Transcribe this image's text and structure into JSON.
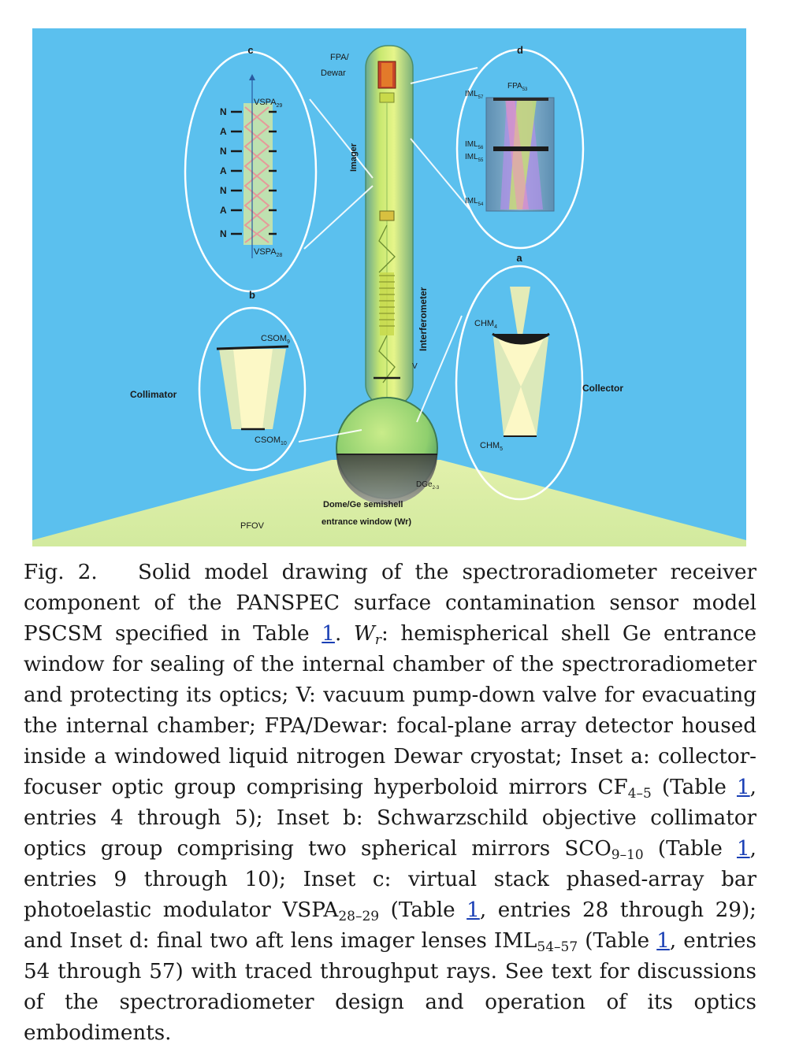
{
  "figure": {
    "background": "#5bc0ee",
    "labels": {
      "fpa_dewar_1": "FPA/",
      "fpa_dewar_2": "Dewar",
      "imager": "Imager",
      "interferometer": "Interferometer",
      "valve": "V",
      "dge": "DGe",
      "dge_sub": "2-3",
      "dome_1": "Dome/Ge semishell",
      "dome_2": "entrance window (Wr)",
      "pfov": "PFOV",
      "collimator": "Collimator",
      "collector": "Collector"
    },
    "insets": {
      "a": {
        "letter": "a",
        "top_label": "CHM",
        "top_sub": "4",
        "bottom_label": "CHM",
        "bottom_sub": "5"
      },
      "b": {
        "letter": "b",
        "top_label": "CSOM",
        "top_sub": "9",
        "bottom_label": "CSOM",
        "bottom_sub": "10"
      },
      "c": {
        "letter": "c",
        "top_label": "VSPA",
        "top_sub": "29",
        "bottom_label": "VSPA",
        "bottom_sub": "28",
        "side_letters": [
          "N",
          "A",
          "N",
          "A",
          "N",
          "A",
          "N"
        ]
      },
      "d": {
        "letter": "d",
        "fpa": "FPA",
        "fpa_sub": "53",
        "iml57": "IML",
        "iml57_sub": "57",
        "iml56": "IML",
        "iml56_sub": "56",
        "iml55": "IML",
        "iml55_sub": "55",
        "iml54": "IML",
        "iml54_sub": "54"
      }
    }
  },
  "caption": {
    "fig_label": "Fig. 2.",
    "s1": "Solid model drawing of the spectroradiometer receiver component of the PANSPEC surface contamination sensor model PSCSM specified in Table ",
    "ref1": "1",
    "s2": ". ",
    "w_sym": "W",
    "w_sub": "r",
    "s3": ": hemispherical shell Ge entrance window for sealing of the internal chamber of the spectroradiometer and protecting its optics; V: vacuum pump-down valve for evacuating the internal chamber; FPA/Dewar: focal-plane array detector housed inside a windowed liquid nitrogen Dewar cryostat; Inset a: collector-focuser optic group comprising hyperboloid mirrors CF",
    "cf_sub": "4–5",
    "s4": " (Table ",
    "ref2": "1",
    "s5": ", entries 4 through 5); Inset b: Schwarzschild objective collimator optics group comprising two spherical mirrors SCO",
    "sco_sub": "9–10",
    "s6": " (Table ",
    "ref3": "1",
    "s7": ", entries 9 through 10); Inset c: virtual stack phased-array bar photoelastic modulator VSPA",
    "vspa_sub": "28–29",
    "s8": " (Table ",
    "ref4": "1",
    "s9": ", entries 28 through 29); and Inset d: final two aft lens imager lenses IML",
    "iml_sub": "54–57",
    "s10": " (Table ",
    "ref5": "1",
    "s11": ", entries 54 through 57) with traced throughput rays. See text for discussions of the spectroradiometer design and operation of its optics embodiments."
  }
}
